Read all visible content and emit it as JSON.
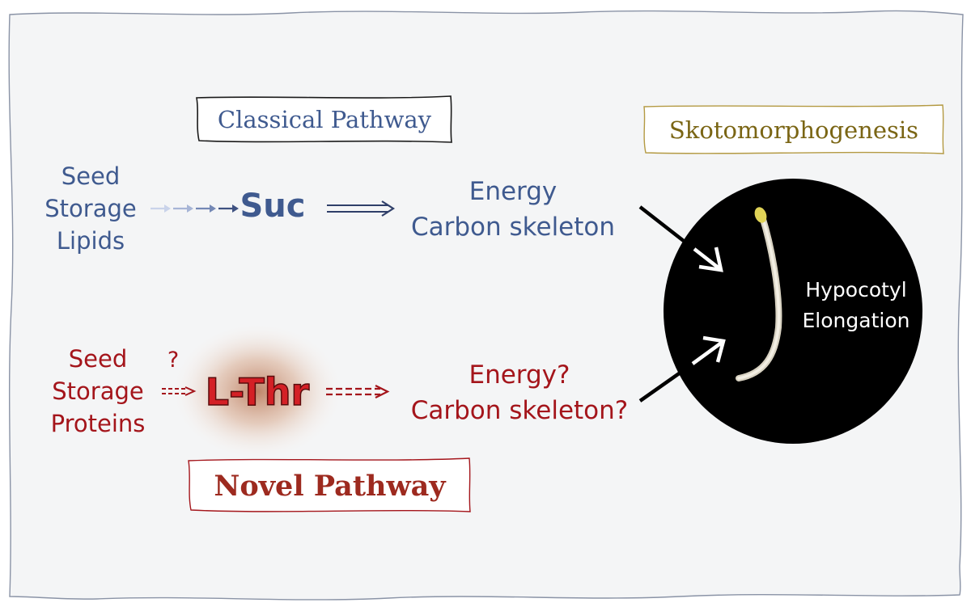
{
  "classical": {
    "title": "Classical Pathway",
    "source_lines": [
      "Seed",
      "Storage",
      "Lipids"
    ],
    "intermediate": "Suc",
    "outcome_lines": [
      "Energy",
      "Carbon skeleton"
    ]
  },
  "novel": {
    "title": "Novel Pathway",
    "source_lines": [
      "Seed",
      "Storage",
      "Proteins"
    ],
    "question_mark": "?",
    "intermediate": "L-Thr",
    "outcome_lines": [
      "Energy?",
      "Carbon skeleton?"
    ]
  },
  "result": {
    "title": "Skotomorphogenesis",
    "label_lines": [
      "Hypocotyl",
      "Elongation"
    ]
  },
  "colors": {
    "classical": "#3f5a8f",
    "novel": "#a4151b",
    "skoto": "#7a6514",
    "background_panel": "#f4f5f6"
  }
}
